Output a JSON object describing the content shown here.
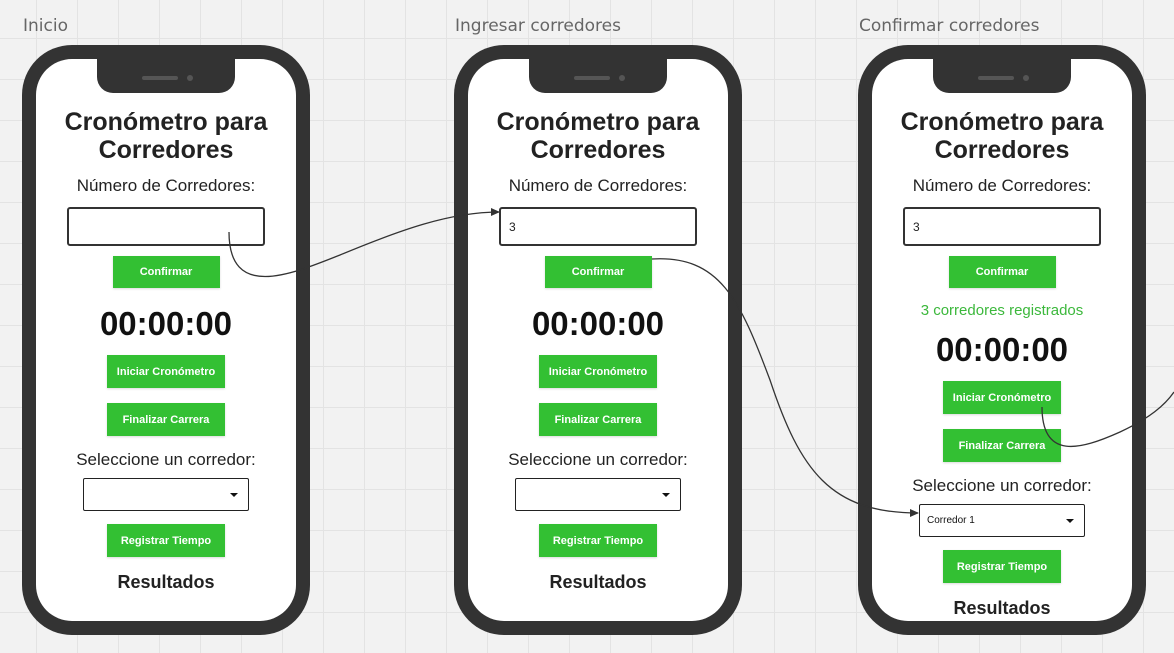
{
  "frames": [
    {
      "label": "Inicio",
      "title": "Cronómetro para Corredores",
      "runners_label": "Número de Corredores:",
      "runners_value": "",
      "confirm_label": "Confirmar",
      "status": "",
      "timer": "00:00:00",
      "start_label": "Iniciar Cronómetro",
      "finish_label": "Finalizar Carrera",
      "select_label": "Seleccione un corredor:",
      "select_value": "",
      "register_label": "Registrar Tiempo",
      "results_label": "Resultados"
    },
    {
      "label": "Ingresar corredores",
      "title": "Cronómetro para Corredores",
      "runners_label": "Número de Corredores:",
      "runners_value": "3",
      "confirm_label": "Confirmar",
      "status": "",
      "timer": "00:00:00",
      "start_label": "Iniciar Cronómetro",
      "finish_label": "Finalizar Carrera",
      "select_label": "Seleccione un corredor:",
      "select_value": "",
      "register_label": "Registrar Tiempo",
      "results_label": "Resultados"
    },
    {
      "label": "Confirmar corredores",
      "title": "Cronómetro para Corredores",
      "runners_label": "Número de Corredores:",
      "runners_value": "3",
      "confirm_label": "Confirmar",
      "status": "3 corredores registrados",
      "timer": "00:00:00",
      "start_label": "Iniciar Cronómetro",
      "finish_label": "Finalizar Carrera",
      "select_label": "Seleccione un corredor:",
      "select_value": "Corredor 1",
      "register_label": "Registrar Tiempo",
      "results_label": "Resultados"
    }
  ],
  "colors": {
    "accent": "#33c033",
    "status_text": "#3cb83c",
    "phone_body": "#333333",
    "canvas": "#f2f2f2"
  }
}
